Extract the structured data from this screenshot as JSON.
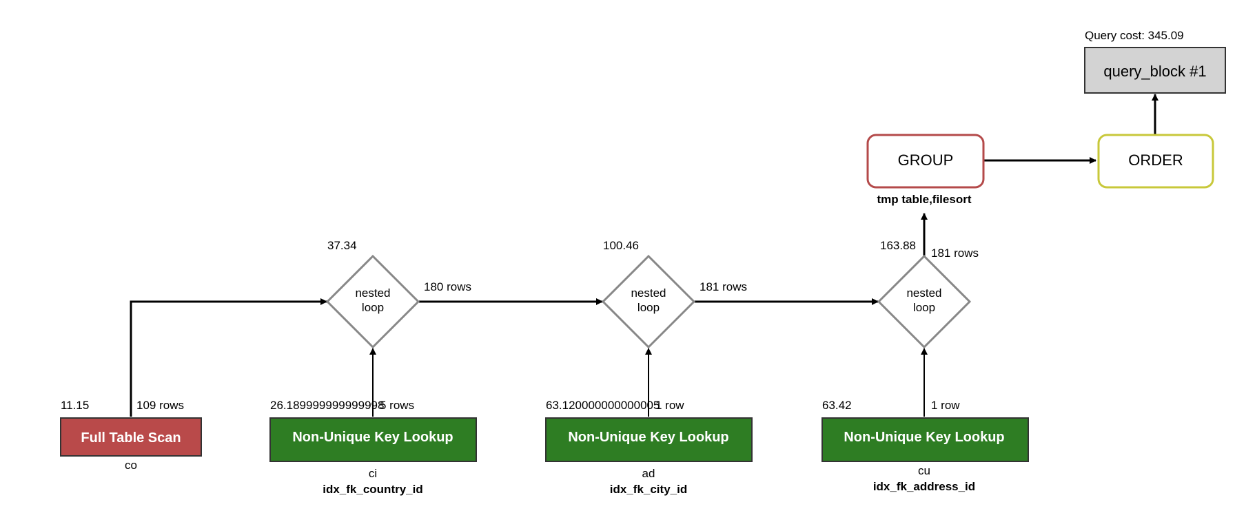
{
  "query_cost_label": "Query cost: 345.09",
  "query_block": {
    "label": "query_block #1"
  },
  "order": {
    "label": "ORDER",
    "border_color": "#c8c83a"
  },
  "group": {
    "label": "GROUP",
    "sublabel": "tmp table,filesort",
    "border_color": "#b44a4a"
  },
  "loops": [
    {
      "line1": "nested",
      "line2": "loop",
      "cost": "37.34",
      "rows": "180 rows"
    },
    {
      "line1": "nested",
      "line2": "loop",
      "cost": "100.46",
      "rows": "181 rows"
    },
    {
      "line1": "nested",
      "line2": "loop",
      "cost": "163.88",
      "rows": "181 rows"
    }
  ],
  "tables": [
    {
      "label": "Full Table Scan",
      "cost": "11.15",
      "rows": "109 rows",
      "table": "co",
      "index": "",
      "color": "#b94a4a"
    },
    {
      "label": "Non-Unique Key Lookup",
      "cost": "26.189999999999998",
      "rows": "5 rows",
      "table": "ci",
      "index": "idx_fk_country_id",
      "color": "#2e7d23"
    },
    {
      "label": "Non-Unique Key Lookup",
      "cost": "63.120000000000005",
      "rows": "1 row",
      "table": "ad",
      "index": "idx_fk_city_id",
      "color": "#2e7d23"
    },
    {
      "label": "Non-Unique Key Lookup",
      "cost": "63.42",
      "rows": "1 row",
      "table": "cu",
      "index": "idx_fk_address_id",
      "color": "#2e7d23"
    }
  ],
  "colors": {
    "loop_border": "#888888",
    "query_block_fill": "#d3d3d3"
  }
}
